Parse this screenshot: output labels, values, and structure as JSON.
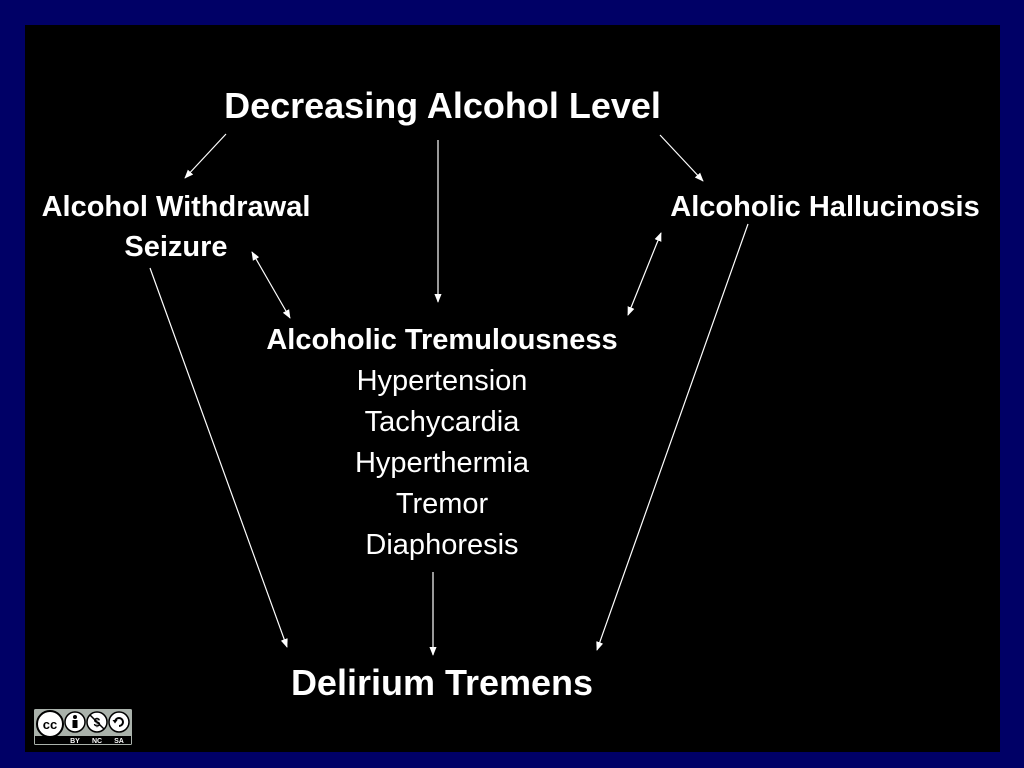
{
  "title": "Decreasing Alcohol Level",
  "withdrawal_seizure": {
    "line1": "Alcohol Withdrawal",
    "line2": "Seizure"
  },
  "hallucinosis": "Alcoholic Hallucinosis",
  "tremulousness": {
    "heading": "Alcoholic Tremulousness",
    "symptoms": [
      "Hypertension",
      "Tachycardia",
      "Hyperthermia",
      "Tremor",
      "Diaphoresis"
    ]
  },
  "delirium": "Delirium Tremens",
  "license": {
    "icon": "cc-by-nc-sa-badge",
    "labels": [
      "BY",
      "NC",
      "SA"
    ]
  },
  "colors": {
    "frame": "#000066",
    "background": "#000000",
    "text": "#ffffff"
  }
}
